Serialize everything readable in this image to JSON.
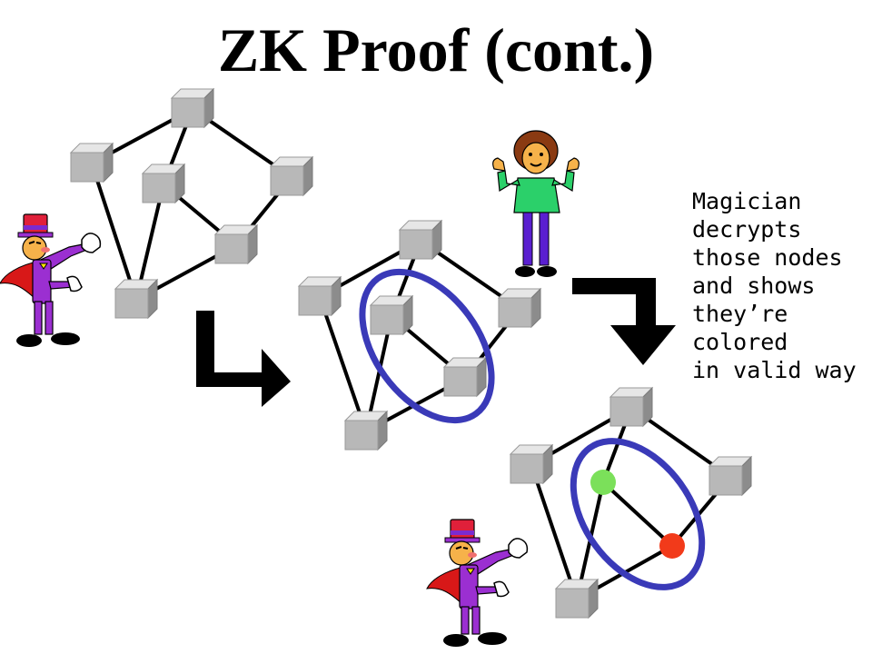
{
  "title": "ZK Proof (cont.)",
  "caption_lines": [
    "Magician",
    "decrypts",
    "those nodes",
    "and shows",
    "they’re",
    "colored",
    "in valid way"
  ],
  "colors": {
    "edge": "#000000",
    "node_face": "#b8b8b8",
    "node_top": "#e6e6e6",
    "node_side": "#8c8c8c",
    "selection_ring": "#3a3ab8",
    "revealed_node_1": "#7be05a",
    "revealed_node_2": "#f23a1a",
    "magician_suit": "#9b2fd1",
    "magician_hat": "#e0203a",
    "magician_cape": "#d81818",
    "verifier_shirt": "#2bd06a",
    "verifier_pants": "#5a1fd0",
    "verifier_hair": "#8a3a12"
  },
  "graphs": [
    {
      "id": "graph-1",
      "state": "committed"
    },
    {
      "id": "graph-2",
      "state": "edge-selected"
    },
    {
      "id": "graph-3",
      "state": "revealed"
    }
  ]
}
